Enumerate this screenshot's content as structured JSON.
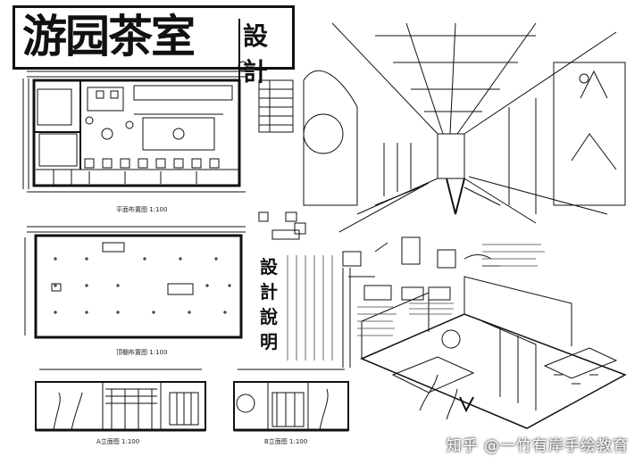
{
  "header": {
    "title_main": "游园茶室",
    "title_suffix": "設計"
  },
  "design_notes": {
    "title": "設計說明"
  },
  "labels": {
    "floor_plan": "平面布置图 1:100",
    "ceiling_plan": "顶棚布置图 1:100",
    "elevation_a": "A立面图 1:100",
    "elevation_b": "B立面图 1:100"
  },
  "watermark": {
    "text": "知乎 @一竹有岸手绘教育"
  },
  "colors": {
    "ink": "#111111",
    "paper": "#ffffff"
  }
}
